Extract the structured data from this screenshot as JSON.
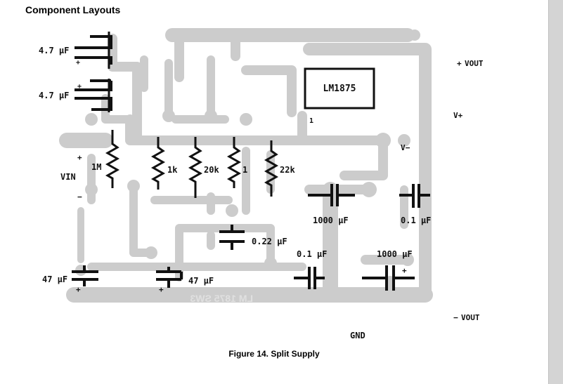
{
  "document": {
    "section_title": "Component Layouts",
    "figure_caption": "Figure 14.  Split Supply"
  },
  "diagram": {
    "chip_label": "LM1875",
    "pin_label": "1",
    "outputs": {
      "vout_pos_sign": "+",
      "vout_pos": "VOUT",
      "v_plus": "V+",
      "v_minus": "V−",
      "vout_neg_sign": "−",
      "vout_neg": "VOUT",
      "gnd": "GND"
    },
    "input": {
      "vin": "VIN",
      "plus": "+",
      "minus": "−"
    },
    "resistors": [
      "1M",
      "1k",
      "20k",
      "1",
      "22k"
    ],
    "capacitors": {
      "c47u_a": "4.7 µF",
      "c47u_b": "4.7 µF",
      "c1000_a": "1000 µF",
      "c01_a": "0.1 µF",
      "c022": "0.22 µF",
      "c01_b": "0.1 µF",
      "c1000_b": "1000 µF",
      "c47_a": "47 µF",
      "c47_b": "47 µF"
    },
    "polarity_marks": [
      "+",
      "+",
      "+",
      "+",
      "+"
    ],
    "mirrored_silkscreen": "LM 1875  SW3"
  },
  "colors": {
    "trace": "#cccccc",
    "ink": "#111111",
    "page": "#ffffff",
    "scrollbar": "#d4d4d4"
  }
}
